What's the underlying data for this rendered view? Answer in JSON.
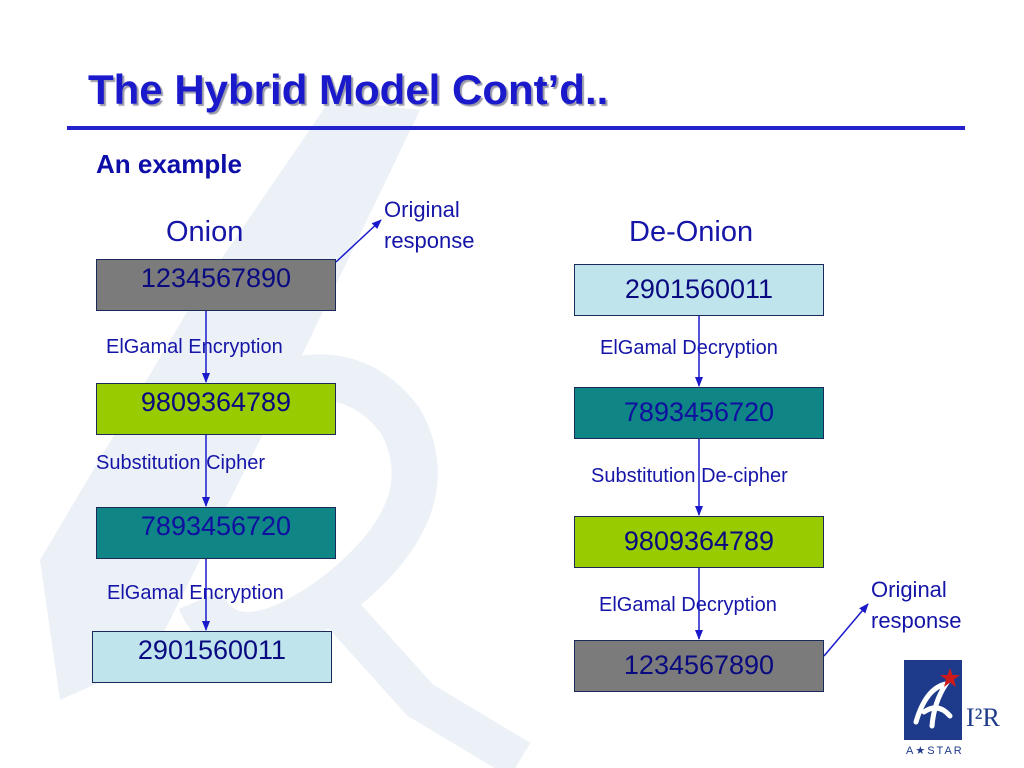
{
  "slide": {
    "title": "The Hybrid Model Cont’d..",
    "subtitle": "An example"
  },
  "onion": {
    "heading": "Onion",
    "boxes": [
      "1234567890",
      "9809364789",
      "7893456720",
      "2901560011"
    ],
    "steps": [
      "ElGamal Encryption",
      "Substitution Cipher",
      "ElGamal Encryption"
    ],
    "note_lines": [
      "Original",
      "response"
    ]
  },
  "de_onion": {
    "heading": "De-Onion",
    "boxes": [
      "2901560011",
      "7893456720",
      "9809364789",
      "1234567890"
    ],
    "steps": [
      "ElGamal Decryption",
      "Substitution De-cipher",
      "ElGamal Decryption"
    ],
    "note_lines": [
      "Original",
      "response"
    ]
  },
  "logo": {
    "brand": "I²R",
    "org": "A★STAR"
  },
  "colors": {
    "title": "#1a1acc",
    "text": "#1515a8",
    "box_gray": "#7b7b7b",
    "box_lime": "#99cc00",
    "box_teal": "#0f8585",
    "box_light": "#bfe4ec",
    "logo_navy": "#1e3a8a"
  }
}
